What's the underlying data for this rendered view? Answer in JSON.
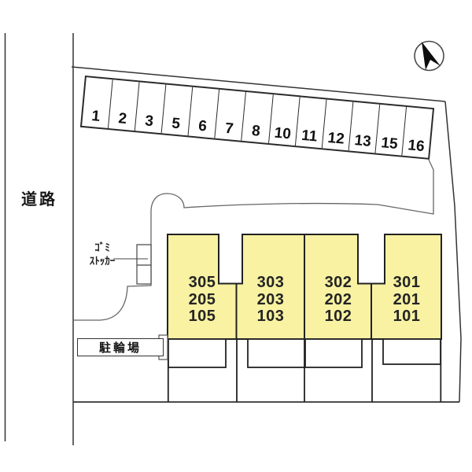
{
  "diagram": {
    "road_label": "道路",
    "bicycle_label": "駐輪場",
    "trash_label_line1": "ｺﾞﾐ",
    "trash_label_line2": "ｽﾄｯｶｰ",
    "parking": {
      "spaces": [
        "1",
        "2",
        "3",
        "5",
        "6",
        "7",
        "8",
        "10",
        "11",
        "12",
        "13",
        "15",
        "16"
      ]
    },
    "building": {
      "units": [
        {
          "rooms": [
            "305",
            "205",
            "105"
          ]
        },
        {
          "rooms": [
            "303",
            "203",
            "103"
          ]
        },
        {
          "rooms": [
            "302",
            "202",
            "102"
          ]
        },
        {
          "rooms": [
            "301",
            "201",
            "101"
          ]
        }
      ]
    },
    "icons": {
      "north_arrow": "north-arrow"
    },
    "colors": {
      "building_fill": "#f8f2a2",
      "outline": "#222222",
      "boundary": "#333333",
      "interior_line": "#666666"
    }
  }
}
